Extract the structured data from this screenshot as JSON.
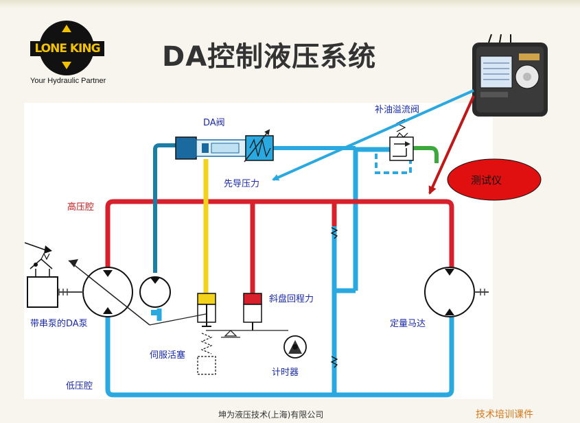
{
  "logo": {
    "brand": "LONE KING",
    "tagline": "Your Hydraulic Partner"
  },
  "title": "DA控制液压系统",
  "labels": {
    "da_valve": "DA阀",
    "charge_relief_valve": "补油溢流阀",
    "pilot_pressure": "先导压力",
    "high_pressure_chamber": "高压腔",
    "low_pressure_chamber": "低压腔",
    "swashplate_return_force": "斜盘回程力",
    "servo_piston": "伺服活塞",
    "timer": "计时器",
    "da_pump_with_charge_pump": "带串泵的DA泵",
    "fixed_motor": "定量马达",
    "tester": "测试仪"
  },
  "footer": {
    "company": "坤为液压技术(上海)有限公司",
    "course": "技术培训课件"
  },
  "colors": {
    "high_pressure": "#d8202c",
    "low_pressure": "#2aa8e0",
    "pilot": "#1a7ea6",
    "servo": "#f2d21a",
    "drain": "#3aa83a",
    "label_text": "#1a2aa8",
    "tester_fill": "#e01010",
    "arrow_red": "#c01818",
    "logo_yellow": "#f2c200",
    "footer_accent": "#d4791a"
  },
  "icons": {
    "tester_device": "handheld-tester-icon",
    "pump": "variable-pump-icon",
    "charge_pump": "fixed-pump-icon",
    "motor": "fixed-motor-icon",
    "timer": "timer-icon"
  }
}
